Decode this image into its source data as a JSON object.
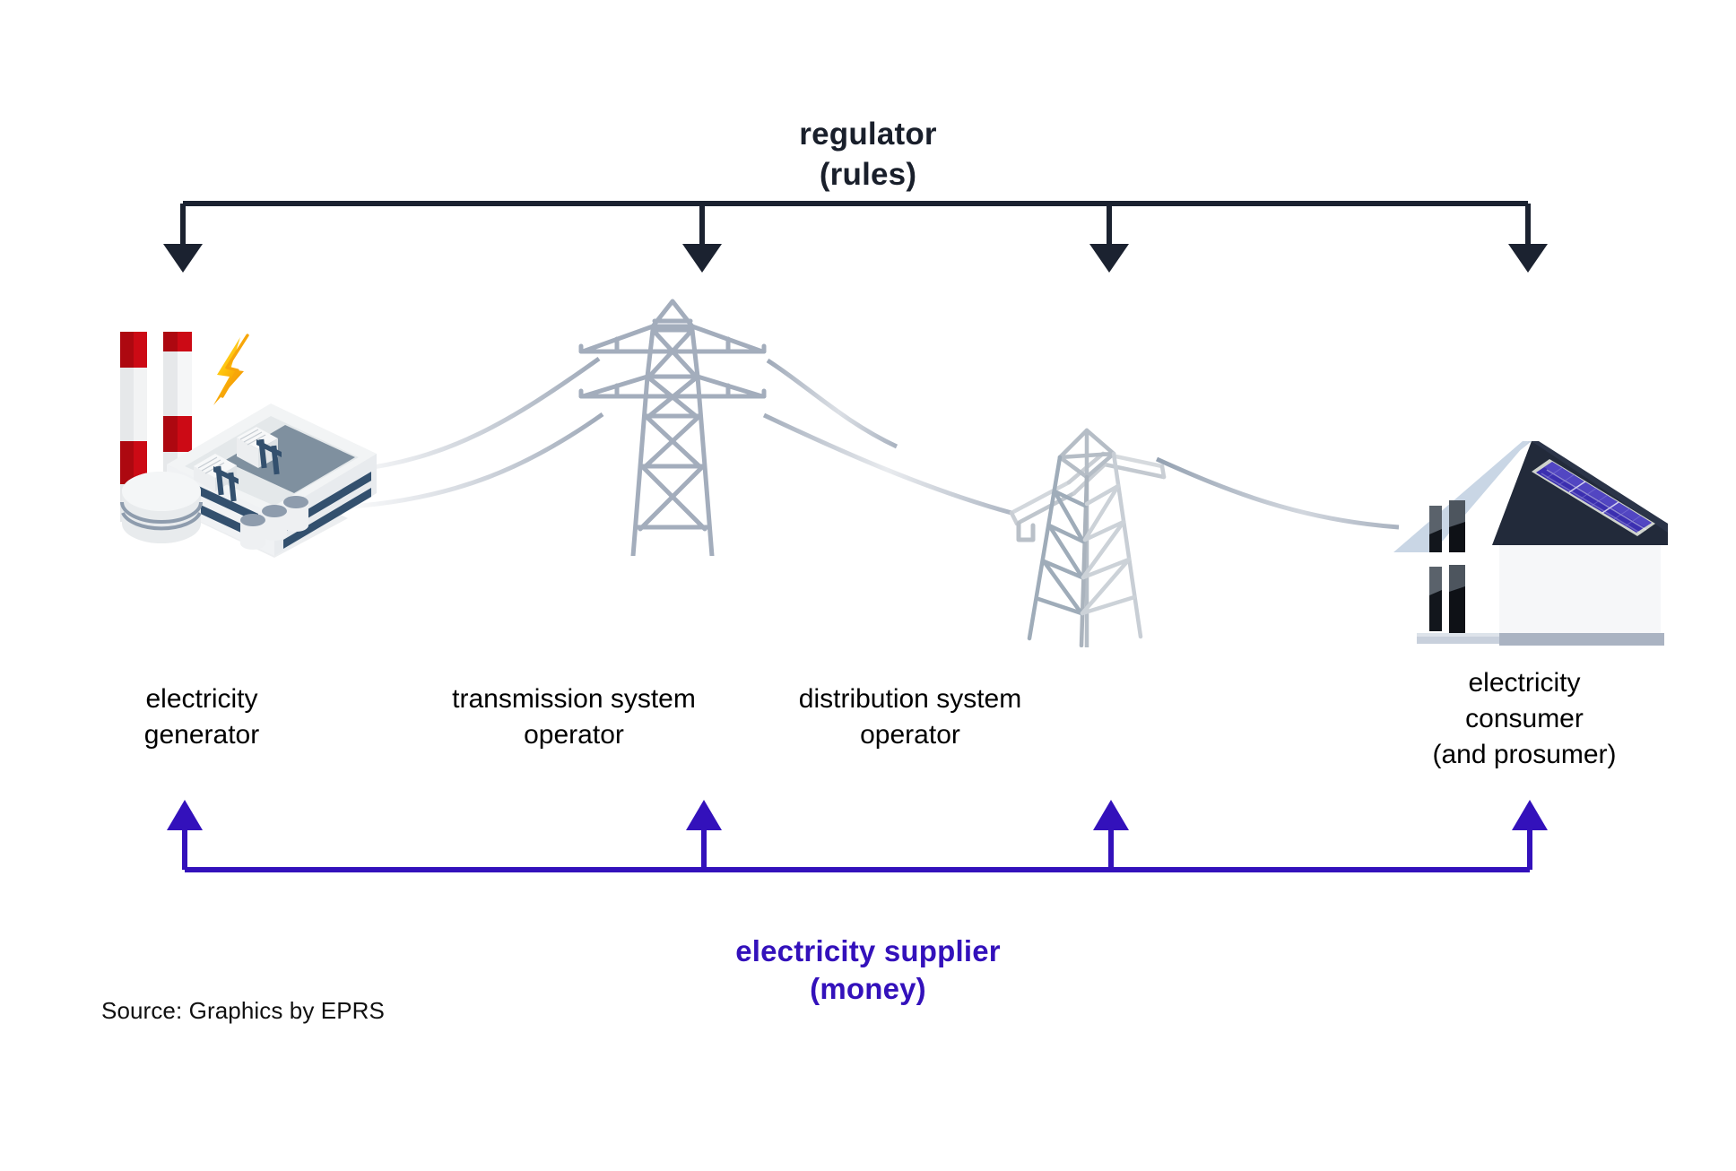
{
  "diagram": {
    "title_top_line1": "regulator",
    "title_top_line2": "(rules)",
    "title_bottom_line1": "electricity supplier",
    "title_bottom_line2": "(money)",
    "source": "Source: Graphics by EPRS",
    "colors": {
      "regulator_arrow": "#1b2230",
      "supplier_arrow": "#3311bb",
      "pylon": "#a3adbc",
      "powerline": "#9aa5b5",
      "plant_red": "#cc0a15",
      "plant_dark_band": "#33506e",
      "plant_roof": "#7f909f",
      "plant_body": "#eef0f2",
      "bolt_yellow": "#ffd21e",
      "bolt_orange": "#f59b0b",
      "house_roof": "#222a3a",
      "house_wall": "#f7f8fa",
      "solar_panel": "#3b2fb0",
      "label_text": "#000000"
    },
    "nodes": [
      {
        "id": "generator",
        "icon": "power-plant-icon",
        "label_lines": [
          "electricity",
          "generator"
        ]
      },
      {
        "id": "transmission",
        "icon": "transmission-pylon-icon",
        "label_lines": [
          "transmission system",
          "operator"
        ]
      },
      {
        "id": "distribution",
        "icon": "distribution-tower-icon",
        "label_lines": [
          "distribution system",
          "operator"
        ]
      },
      {
        "id": "consumer",
        "icon": "house-with-solar-panel-icon",
        "label_lines": [
          "electricity",
          "consumer",
          "(and prosumer)"
        ]
      }
    ],
    "flows": {
      "top_bracket": {
        "direction": "down",
        "label": "regulator (rules)",
        "targets": [
          "generator",
          "transmission",
          "distribution",
          "consumer"
        ]
      },
      "bottom_bracket": {
        "direction": "up",
        "label": "electricity supplier (money)",
        "targets": [
          "generator",
          "transmission",
          "distribution",
          "consumer"
        ]
      },
      "power_links": [
        {
          "from": "generator",
          "to": "transmission"
        },
        {
          "from": "transmission",
          "to": "distribution"
        },
        {
          "from": "distribution",
          "to": "consumer"
        }
      ]
    }
  }
}
